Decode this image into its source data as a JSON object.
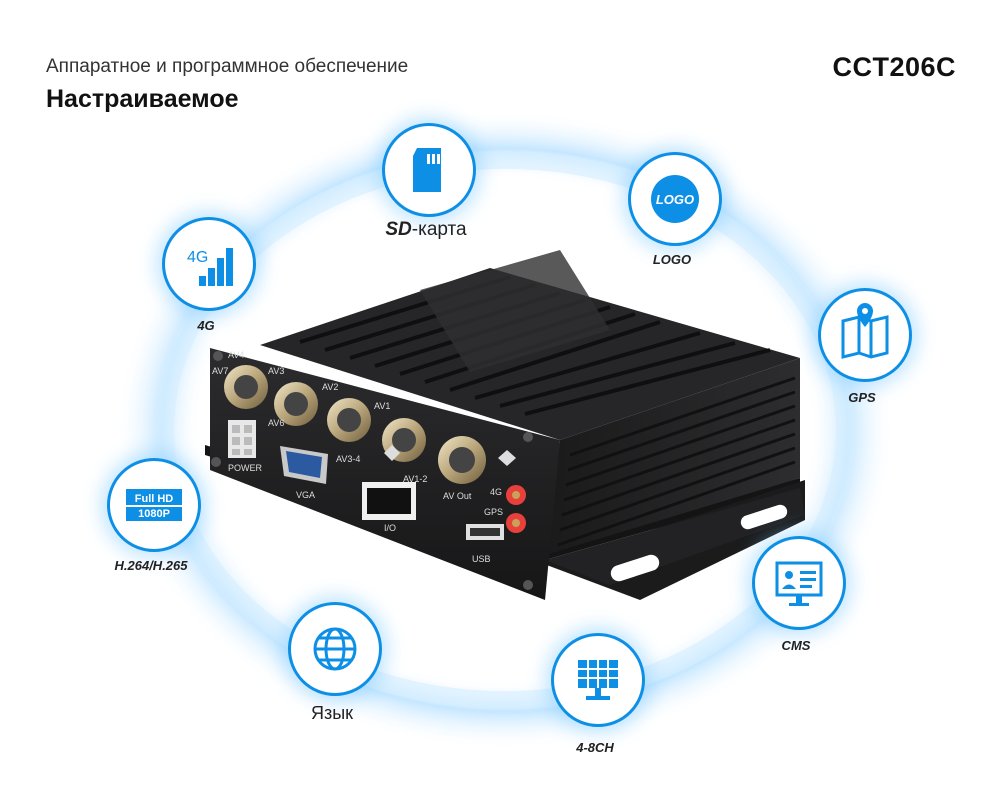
{
  "header": {
    "subtitle": "Аппаратное и программное обеспечение",
    "title": "Настраиваемое",
    "model": "CCT206C"
  },
  "features": {
    "sd": {
      "label_bold": "SD",
      "label_rest": "-карта",
      "icon": "sd-card-icon"
    },
    "logo": {
      "label": "LOGO",
      "badge_text": "LOGO",
      "icon": "logo-icon"
    },
    "4g": {
      "label": "4G",
      "badge_text": "4G",
      "icon": "signal-4g-icon"
    },
    "gps": {
      "label": "GPS",
      "icon": "map-pin-icon"
    },
    "fullhd": {
      "label": "H.264/H.265",
      "badge_text_top": "Full HD",
      "badge_text_bottom": "1080P",
      "icon": "full-hd-icon"
    },
    "cms": {
      "label": "CMS",
      "icon": "monitor-user-icon"
    },
    "lang": {
      "label": "Язык",
      "icon": "globe-icon"
    },
    "ch": {
      "label": "4-8CH",
      "icon": "grid-monitor-icon"
    }
  },
  "device": {
    "ports": {
      "av4": "AV4",
      "av7": "AV7",
      "av3": "AV3",
      "av2": "AV2",
      "av1": "AV1",
      "av6": "AV6",
      "av34": "AV3-4",
      "av12": "AV1-2",
      "avout": "AV Out",
      "power": "POWER",
      "vga": "VGA",
      "io": "I/O",
      "g4": "4G",
      "gps": "GPS",
      "usb": "USB"
    }
  },
  "colors": {
    "accent": "#0e8fe6",
    "glow": "#bfe4ff",
    "device": "#1e1e20"
  }
}
